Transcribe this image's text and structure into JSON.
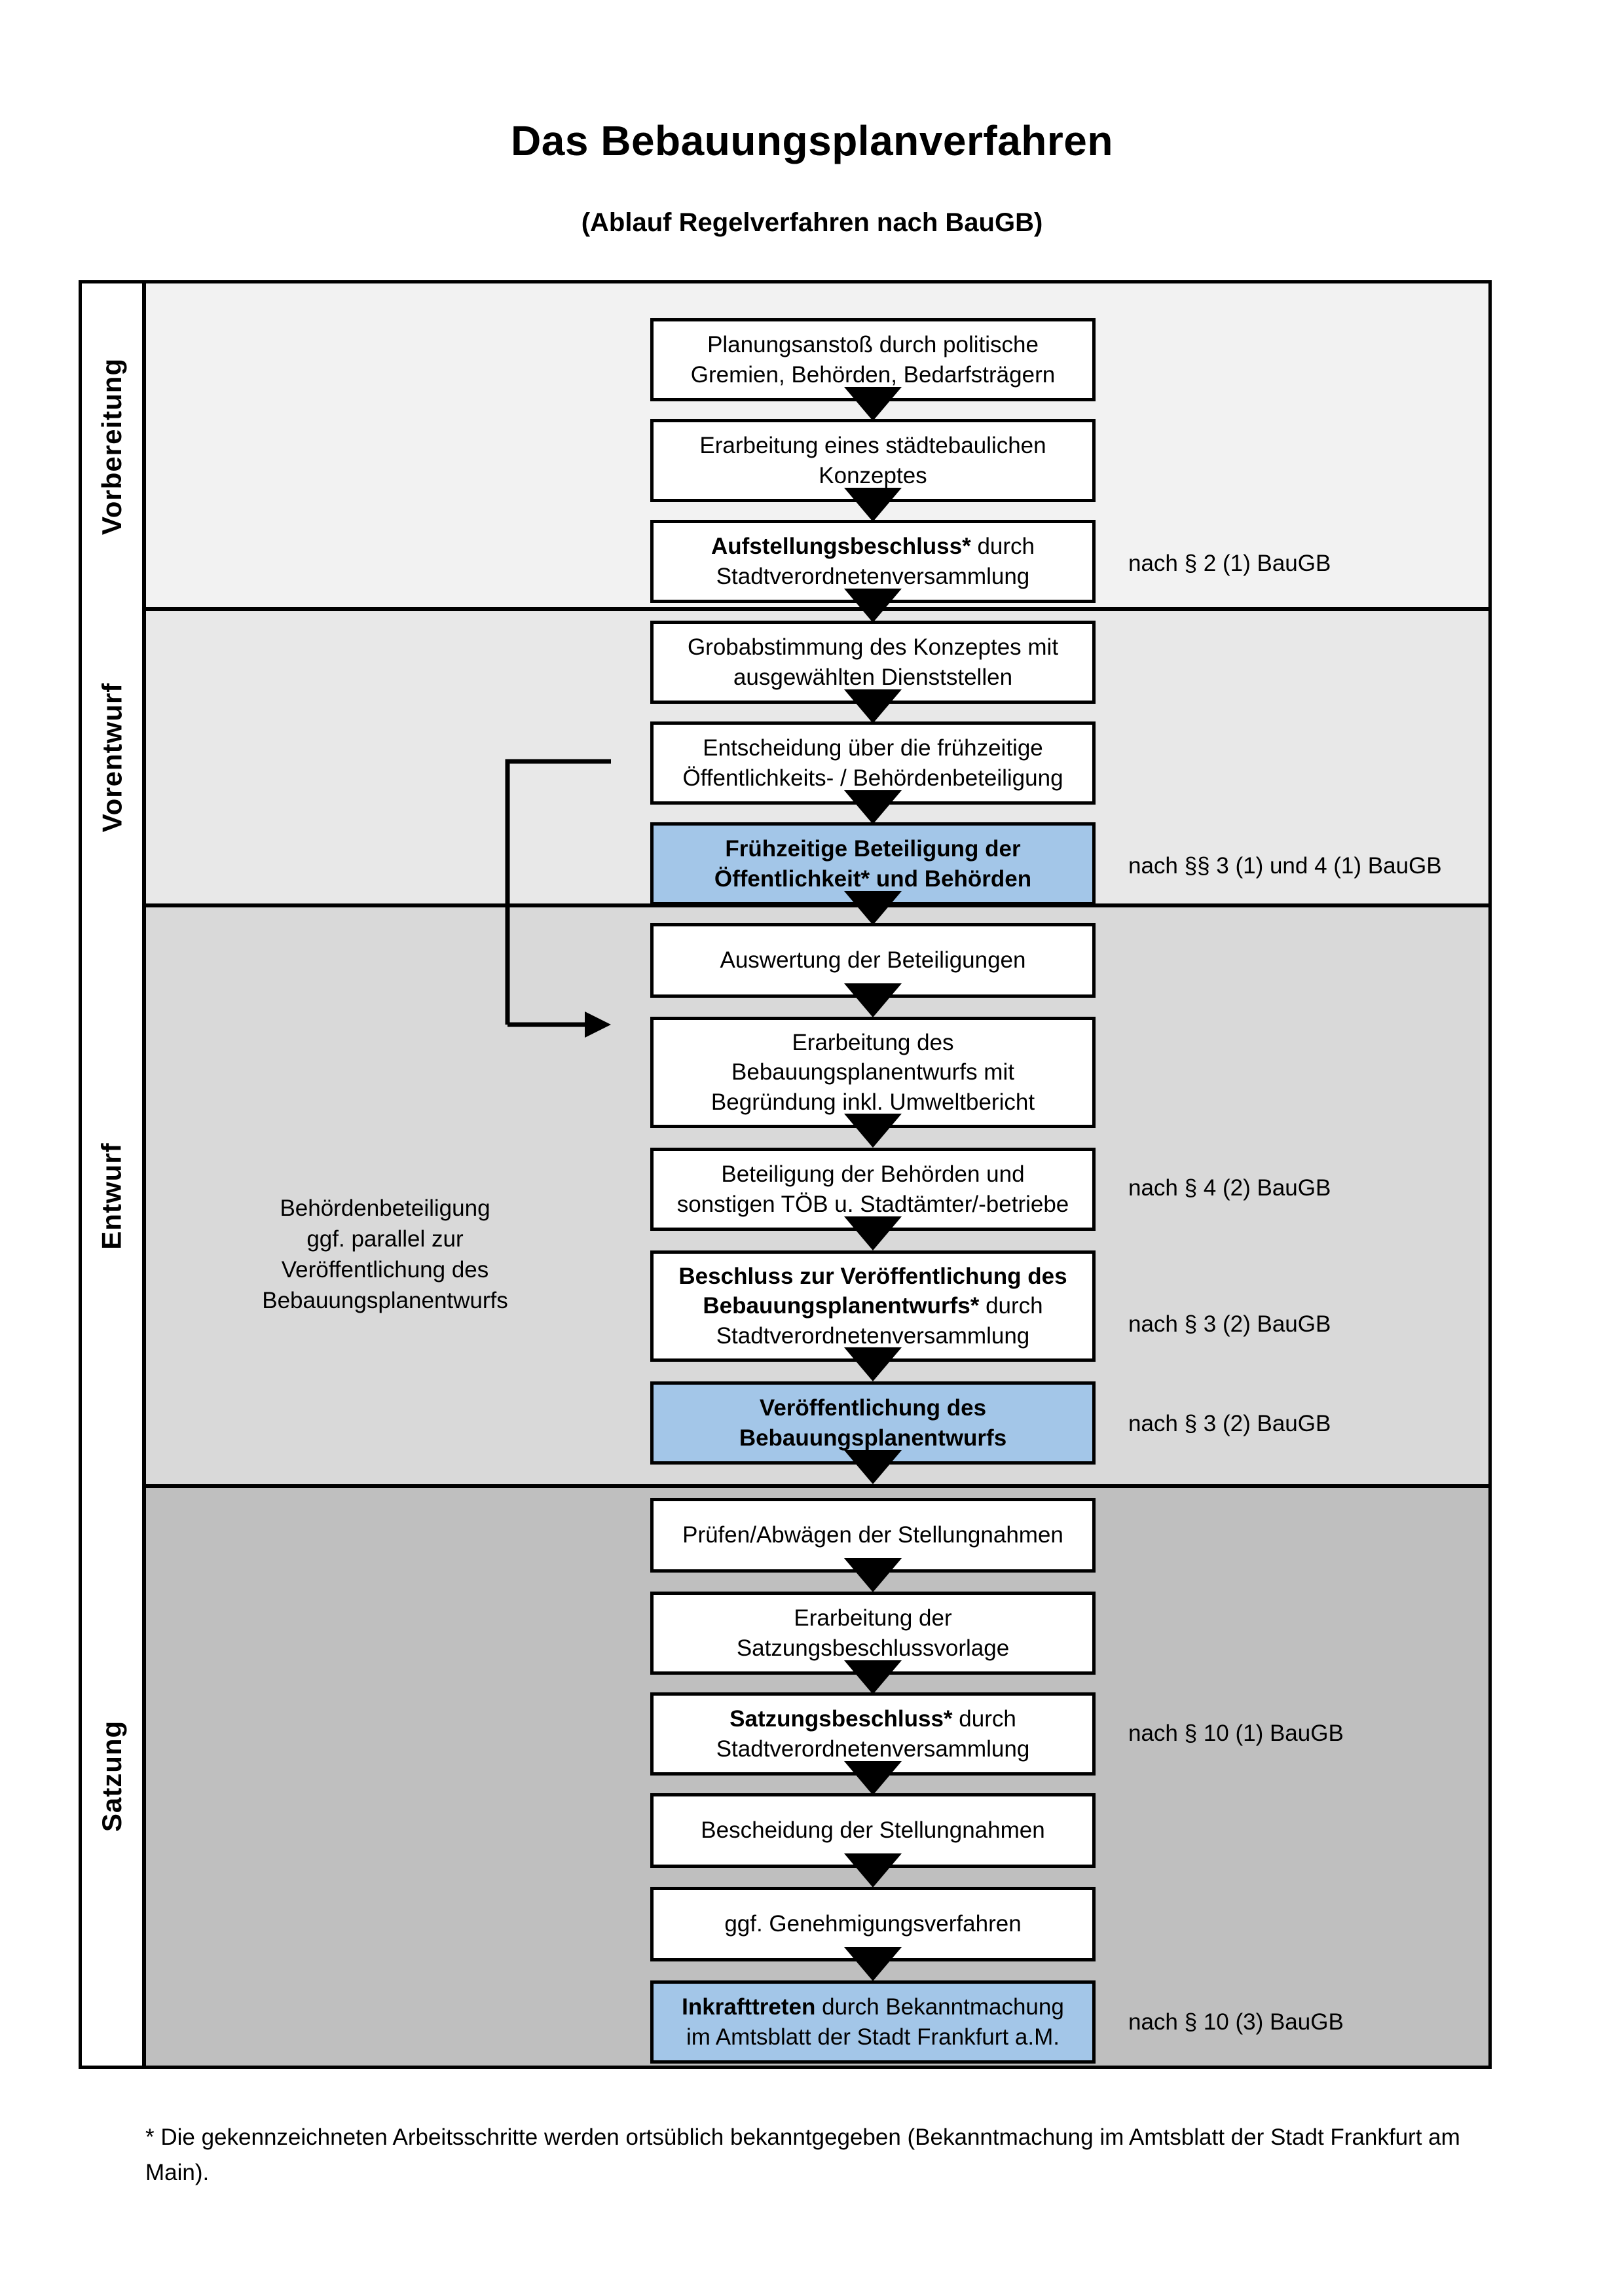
{
  "header": {
    "title": "Das Bebauungsplanverfahren",
    "subtitle": "(Ablauf Regelverfahren nach BauGB)"
  },
  "phases": [
    {
      "id": "vorbereitung",
      "label": "Vorbereitung",
      "band_color": "#f2f2f2"
    },
    {
      "id": "vorentwurf",
      "label": "Vorentwurf",
      "band_color": "#e8e8e8"
    },
    {
      "id": "entwurf",
      "label": "Entwurf",
      "band_color": "#d9d9d9"
    },
    {
      "id": "satzung",
      "label": "Satzung",
      "band_color": "#bfbfbf"
    }
  ],
  "nodes": [
    {
      "id": "planungsanstoss",
      "phase": "vorbereitung",
      "highlight": false,
      "lines": [
        "Planungsanstoß durch politische",
        "Gremien, Behörden, Bedarfsträgern"
      ]
    },
    {
      "id": "staedtebau-konzept",
      "phase": "vorbereitung",
      "highlight": false,
      "lines": [
        "Erarbeitung eines städtebaulichen",
        "Konzeptes"
      ]
    },
    {
      "id": "aufstellungsbeschluss",
      "phase": "vorbereitung",
      "highlight": false,
      "bold_prefix": "Aufstellungsbeschluss*",
      "lines": [
        "Aufstellungsbeschluss* durch",
        "Stadtverordnetenversammlung"
      ]
    },
    {
      "id": "grobabstimmung",
      "phase": "vorentwurf",
      "highlight": false,
      "lines": [
        "Grobabstimmung des Konzeptes mit",
        "ausgewählten Dienststellen"
      ]
    },
    {
      "id": "entscheidung-frueh",
      "phase": "vorentwurf",
      "highlight": false,
      "lines": [
        "Entscheidung über die frühzeitige",
        "Öffentlichkeits- / Behördenbeteiligung"
      ]
    },
    {
      "id": "fruehzeitige-beteiligung",
      "phase": "vorentwurf",
      "highlight": true,
      "all_bold": true,
      "lines": [
        "Frühzeitige Beteiligung der",
        "Öffentlichkeit* und Behörden"
      ]
    },
    {
      "id": "auswertung",
      "phase": "entwurf",
      "highlight": false,
      "lines": [
        "Auswertung der Beteiligungen"
      ]
    },
    {
      "id": "erarbeitung-entwurf",
      "phase": "entwurf",
      "highlight": false,
      "lines": [
        "Erarbeitung des",
        "Bebauungsplanentwurfs mit",
        "Begründung inkl. Umweltbericht"
      ]
    },
    {
      "id": "beteiligung-behoerden",
      "phase": "entwurf",
      "highlight": false,
      "lines": [
        "Beteiligung der Behörden und",
        "sonstigen TÖB u. Stadtämter/-betriebe"
      ]
    },
    {
      "id": "beschluss-veroeffentlichung",
      "phase": "entwurf",
      "highlight": false,
      "bold_prefix": "Beschluss zur Veröffentlichung des Bebauungsplanentwurfs*",
      "lines": [
        "Beschluss zur Veröffentlichung des",
        "Bebauungsplanentwurfs* durch",
        "Stadtverordnetenversammlung"
      ]
    },
    {
      "id": "veroeffentlichung",
      "phase": "entwurf",
      "highlight": true,
      "all_bold": true,
      "lines": [
        "Veröffentlichung des",
        "Bebauungsplanentwurfs"
      ]
    },
    {
      "id": "pruefen-abwaegen",
      "phase": "satzung",
      "highlight": false,
      "lines": [
        "Prüfen/Abwägen der Stellungnahmen"
      ]
    },
    {
      "id": "satzungsbeschlussvorlage",
      "phase": "satzung",
      "highlight": false,
      "lines": [
        "Erarbeitung der",
        "Satzungsbeschlussvorlage"
      ]
    },
    {
      "id": "satzungsbeschluss",
      "phase": "satzung",
      "highlight": false,
      "bold_prefix": "Satzungsbeschluss*",
      "lines": [
        "Satzungsbeschluss* durch",
        "Stadtverordnetenversammlung"
      ]
    },
    {
      "id": "bescheidung",
      "phase": "satzung",
      "highlight": false,
      "lines": [
        "Bescheidung der Stellungnahmen"
      ]
    },
    {
      "id": "genehmigungsverfahren",
      "phase": "satzung",
      "highlight": false,
      "lines": [
        "ggf. Genehmigungsverfahren"
      ]
    },
    {
      "id": "inkrafttreten",
      "phase": "satzung",
      "highlight": true,
      "bold_prefix": "Inkrafttreten",
      "lines": [
        "Inkrafttreten durch Bekanntmachung",
        "im Amtsblatt der Stadt Frankfurt a.M."
      ]
    }
  ],
  "legal_notes": [
    {
      "id": "note-par2",
      "for": "aufstellungsbeschluss",
      "text": "nach § 2 (1) BauGB"
    },
    {
      "id": "note-par3-4",
      "for": "fruehzeitige-beteiligung",
      "text": "nach §§ 3 (1) und 4 (1) BauGB"
    },
    {
      "id": "note-par4-2",
      "for": "beteiligung-behoerden",
      "text": "nach § 4 (2) BauGB"
    },
    {
      "id": "note-par3-2a",
      "for": "beschluss-veroeffentlichung",
      "text": "nach § 3 (2) BauGB"
    },
    {
      "id": "note-par3-2b",
      "for": "veroeffentlichung",
      "text": "nach § 3 (2) BauGB"
    },
    {
      "id": "note-par10-1",
      "for": "satzungsbeschluss",
      "text": "nach § 10 (1) BauGB"
    },
    {
      "id": "note-par10-3",
      "for": "inkrafttreten",
      "text": "nach § 10 (3) BauGB"
    }
  ],
  "side_note": {
    "id": "parallel-note",
    "lines": [
      "Behördenbeteiligung",
      "ggf. parallel zur",
      "Veröffentlichung des",
      "Bebauungsplanentwurfs"
    ]
  },
  "footnote": {
    "text": "* Die gekennzeichneten Arbeitsschritte werden ortsüblich bekanntgegeben (Bekanntmachung im Amtsblatt  der Stadt Frankfurt am Main)."
  },
  "colors": {
    "highlight_fill": "#a3c6e8",
    "stroke": "#000000",
    "node_fill": "#ffffff"
  }
}
